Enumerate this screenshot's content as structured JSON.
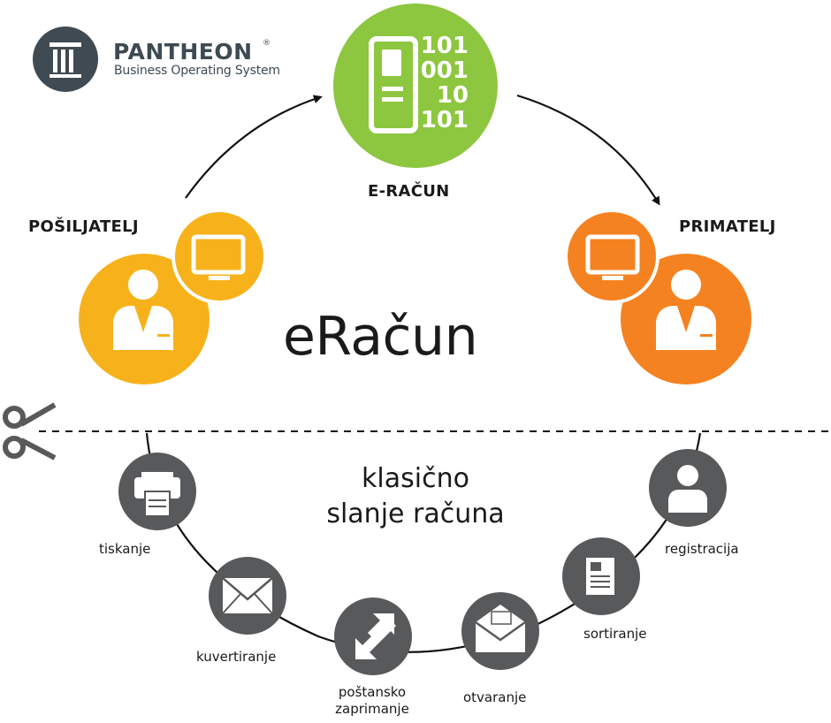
{
  "brand": {
    "name": "PANTHEON",
    "registered_mark": "®",
    "tagline": "Business Operating System"
  },
  "center_icon": {
    "code_lines": [
      "101",
      "001",
      "10",
      "101"
    ],
    "label": "E-RAČUN",
    "color": "#8dc63f"
  },
  "sender": {
    "label": "POŠILJATELJ",
    "color": "#f7b21b"
  },
  "receiver": {
    "label": "PRIMATELJ",
    "color": "#f58220"
  },
  "main_title": "eRačun",
  "classic": {
    "title_line1": "klasično",
    "title_line2": "slanje računa",
    "icon_color": "#58595b",
    "steps": [
      {
        "label": "tiskanje",
        "icon": "printer-icon"
      },
      {
        "label": "kuvertiranje",
        "icon": "envelope-icon"
      },
      {
        "label_line1": "poštansko",
        "label_line2": "zaprimanje",
        "icon": "swap-arrows-icon"
      },
      {
        "label": "otvaranje",
        "icon": "open-envelope-icon"
      },
      {
        "label": "sortiranje",
        "icon": "documents-icon"
      },
      {
        "label": "registracija",
        "icon": "person-icon"
      }
    ]
  }
}
